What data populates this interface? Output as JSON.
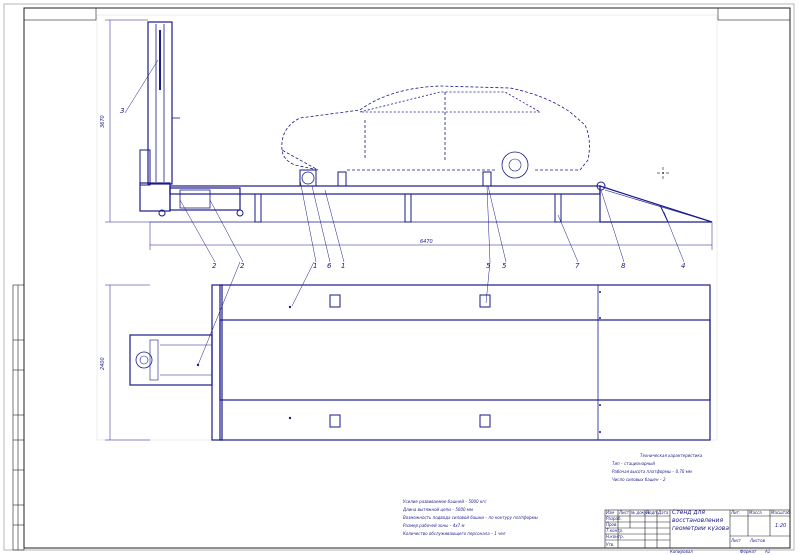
{
  "dimensions": {
    "total_length": "6470",
    "column_height": "3670",
    "platform_width": "2400"
  },
  "callouts": {
    "side_view": [
      "3",
      "2",
      "2",
      "1",
      "6",
      "1",
      "5",
      "5",
      "7",
      "8",
      "4"
    ],
    "column": "3"
  },
  "tech_specs": {
    "heading": "Техническая характеристика",
    "lines": [
      "Тип – стационарный",
      "Рабочая высота платформы – 0,70 мм",
      "Число силовых башен – 2"
    ]
  },
  "notes": [
    "Усилие развиваемое башней – 5000 кгс",
    "Длина вытяжной цепи – 5000 мм",
    "Возможность подвода силовой башни – по контуру платформы",
    "Размер рабочей зоны – 4х7 м",
    "Количество обслуживающего персонала – 1 чел"
  ],
  "title_block": {
    "title": "Стенд для восстановления геометрии кузова",
    "scale": "1:20",
    "sheet": "Лист",
    "sheets": "Листов",
    "format": "Формат",
    "format_value": "А1",
    "copied": "Копировал",
    "rows": [
      "Изм",
      "Лист",
      "№ докум.",
      "Подп.",
      "Дата"
    ],
    "roles": [
      "Разраб.",
      "Пров.",
      "Т.контр.",
      "Н.контр.",
      "Утв."
    ],
    "cols": [
      "Лит.",
      "Масса",
      "Масштаб"
    ]
  },
  "colors": {
    "line": "#1a1a8a",
    "frame": "#222222"
  }
}
